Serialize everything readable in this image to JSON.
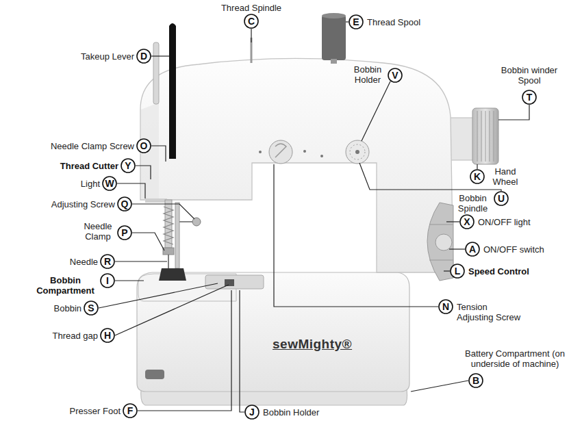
{
  "diagram": {
    "nodes": [
      {
        "text": [
          "Thread Spindle",
          "C"
        ]
      },
      {
        "text": [
          "Thread Spool",
          "E"
        ]
      },
      {
        "text": [
          "Takeup Lever",
          "D"
        ]
      },
      {
        "text": [
          "Bobbin Holder",
          "V"
        ]
      },
      {
        "text": [
          "Bobbin winder Spool",
          "T"
        ]
      },
      {
        "text": [
          "Needle Clamp Screw",
          "O"
        ]
      },
      {
        "text": [
          "Thread Cutter",
          "Y"
        ]
      },
      {
        "text": [
          "Hand Wheel",
          "K"
        ]
      },
      {
        "text": [
          "Light",
          "W"
        ]
      },
      {
        "text": [
          "Adjusting Screw",
          "Q"
        ]
      },
      {
        "text": [
          "Bobbin Spindle",
          "U"
        ]
      },
      {
        "text": [
          "ON/OFF light",
          "X"
        ]
      },
      {
        "text": [
          "Needle Clamp",
          "P"
        ]
      },
      {
        "text": [
          "ON/OFF switch",
          "A"
        ]
      },
      {
        "text": [
          "Needle",
          "R"
        ]
      },
      {
        "text": [
          "Speed Control",
          "L"
        ]
      },
      {
        "text": [
          "Bobbin Compartment",
          "I"
        ]
      },
      {
        "text": [
          "Bobbin",
          "S"
        ]
      },
      {
        "text": [
          "Tension Adjusting Screw",
          "N"
        ]
      },
      {
        "text": [
          "Thread gap",
          "H"
        ]
      },
      {
        "text": [
          "Battery Compartment (on underside of machine)",
          "B"
        ]
      },
      {
        "text": [
          "Presser Foot",
          "F"
        ]
      },
      {
        "text": [
          "Bobbin Holder",
          "J"
        ]
      }
    ],
    "edges": [],
    "labels": [
      "sewMighty®"
    ]
  }
}
